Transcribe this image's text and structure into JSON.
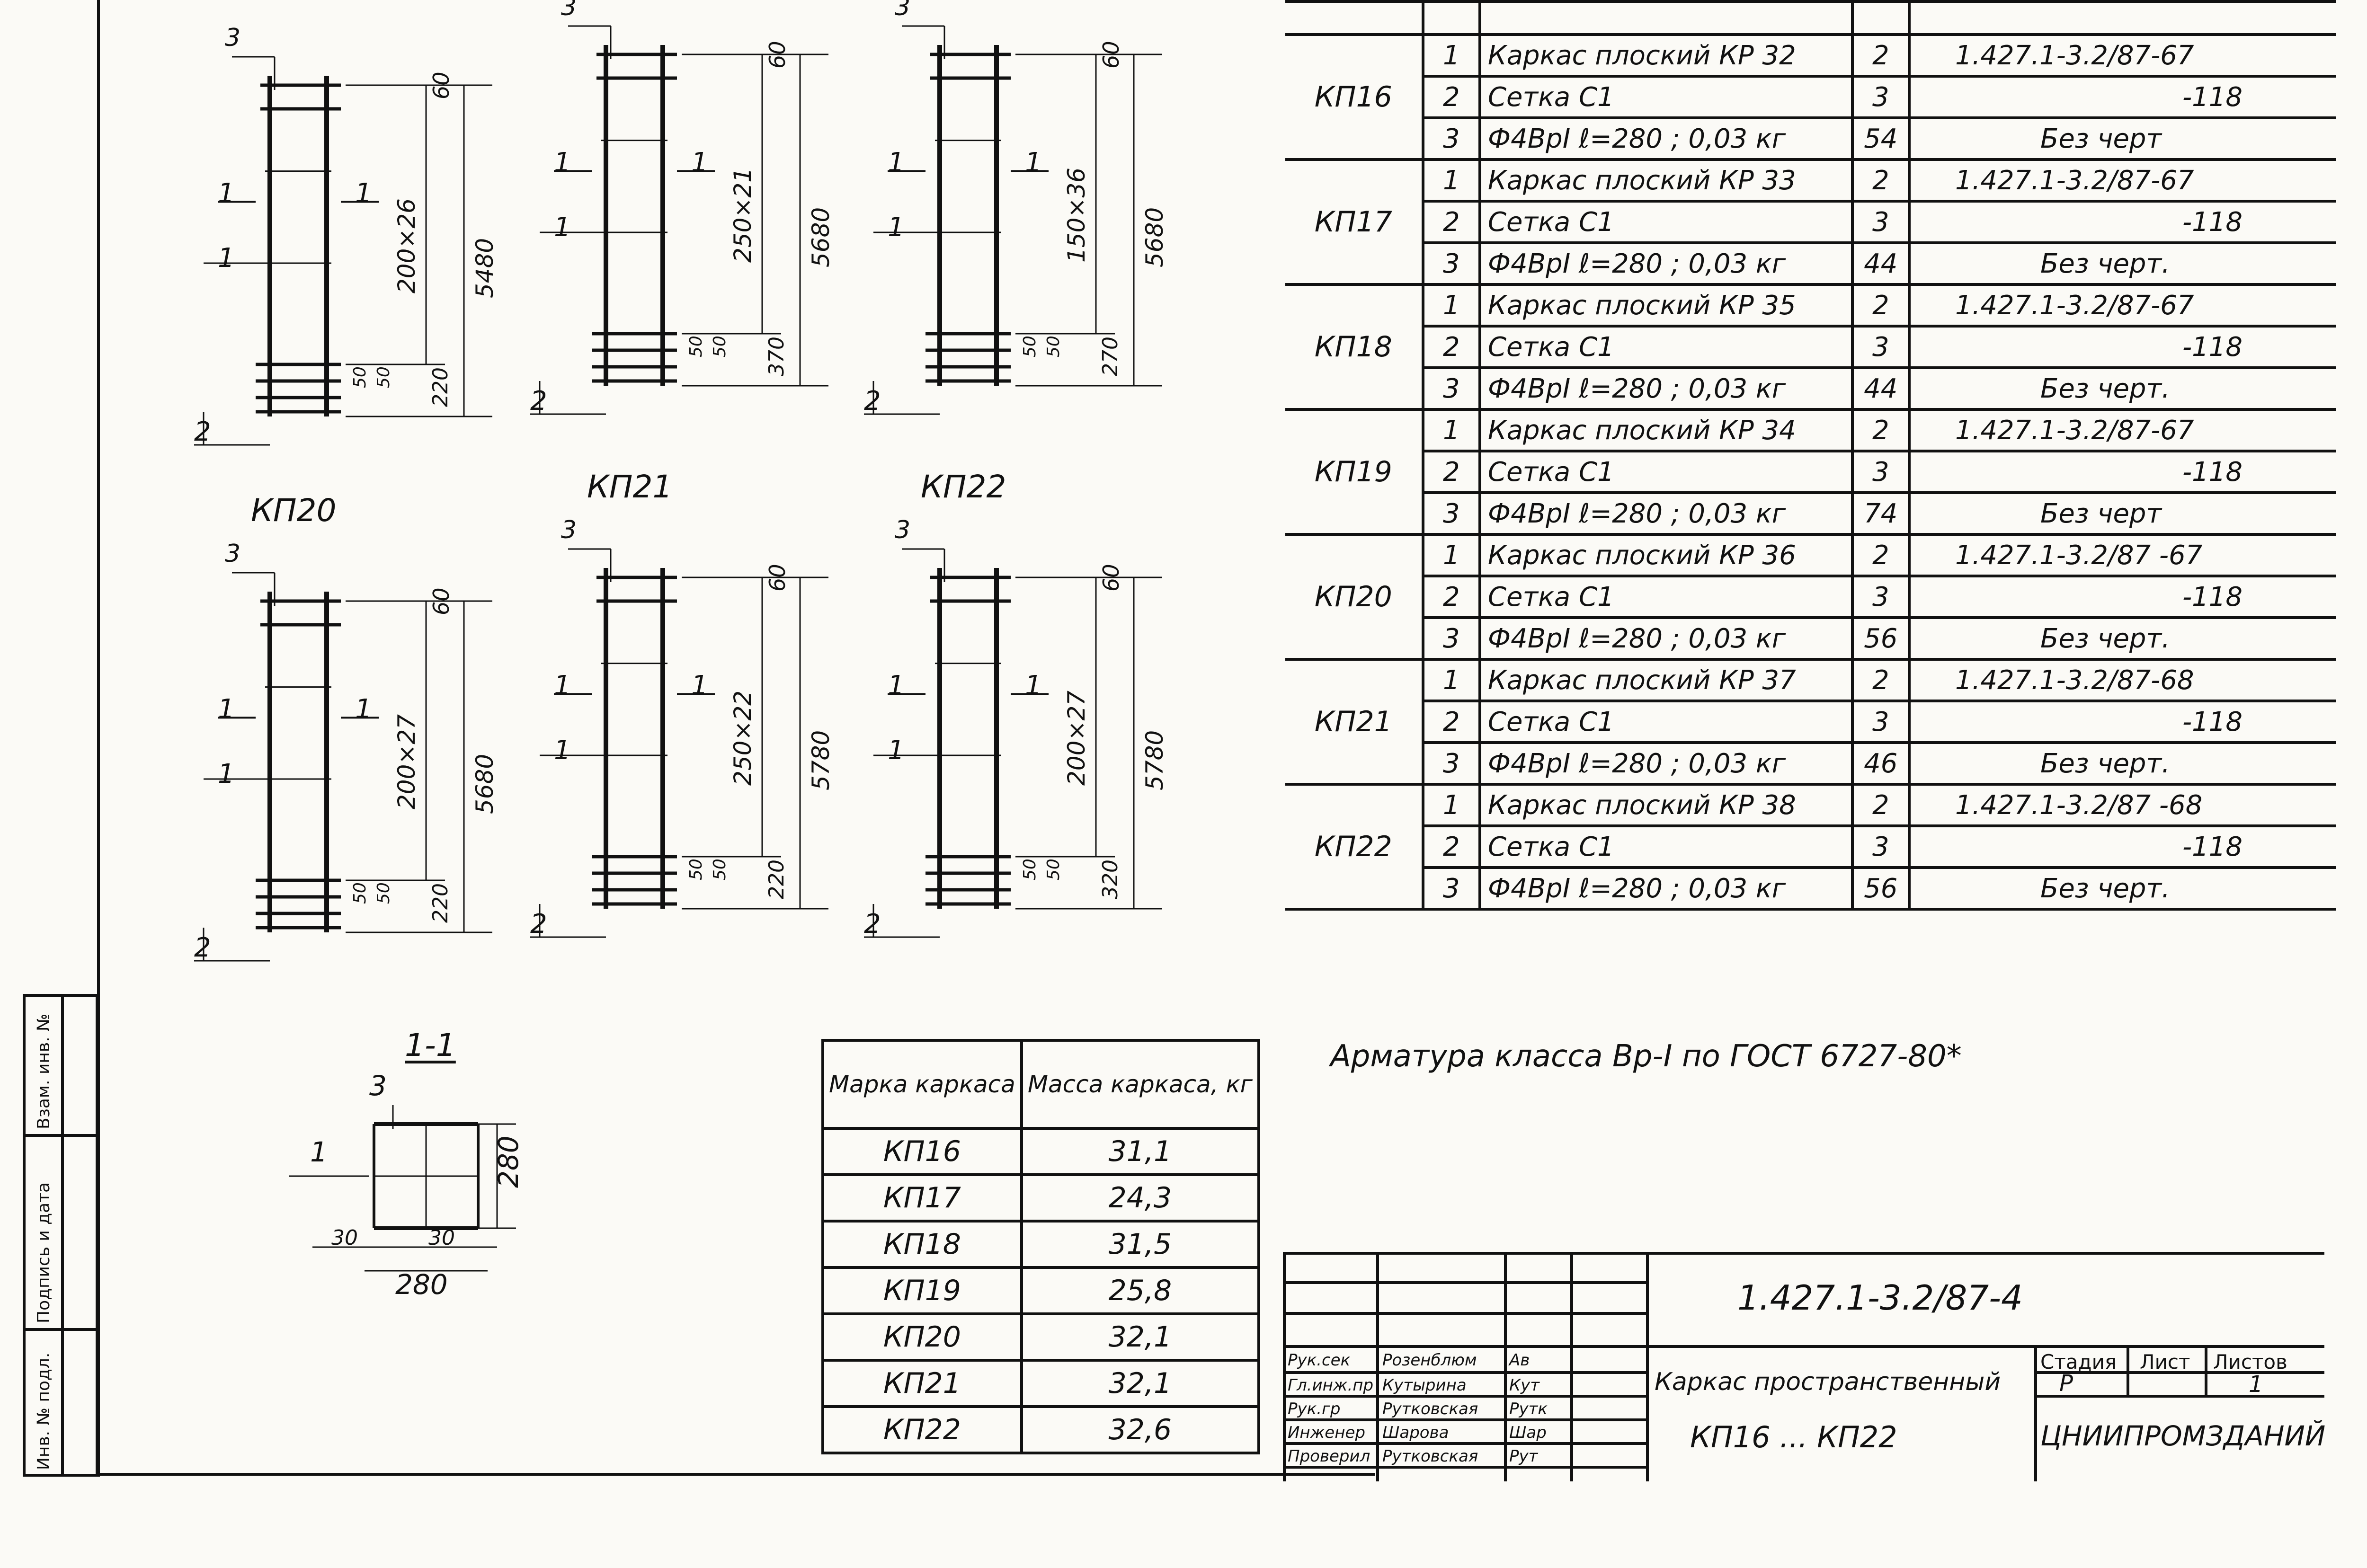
{
  "views": [
    {
      "mark": "",
      "lbl1a": "1",
      "lbl1b": "1",
      "lbl1c": "1",
      "lbl2": "2",
      "lbl3": "3",
      "dim_top": "60",
      "dim_span": "200×26",
      "dim_total": "5480",
      "dim_bottom": "220",
      "dim_b1": "50",
      "dim_b2": "50"
    },
    {
      "mark": "",
      "lbl1a": "1",
      "lbl1b": "1",
      "lbl1c": "1",
      "lbl2": "2",
      "lbl3": "3",
      "dim_top": "60",
      "dim_span": "250×21",
      "dim_total": "5680",
      "dim_bottom": "370",
      "dim_b1": "50",
      "dim_b2": "50"
    },
    {
      "mark": "",
      "lbl1a": "1",
      "lbl1b": "1",
      "lbl1c": "1",
      "lbl2": "2",
      "lbl3": "3",
      "dim_top": "60",
      "dim_span": "150×36",
      "dim_total": "5680",
      "dim_bottom": "270",
      "dim_b1": "50",
      "dim_b2": "50"
    },
    {
      "mark": "КП20",
      "lbl1a": "1",
      "lbl1b": "1",
      "lbl1c": "1",
      "lbl2": "2",
      "lbl3": "3",
      "dim_top": "60",
      "dim_span": "200×27",
      "dim_total": "5680",
      "dim_bottom": "220",
      "dim_b1": "50",
      "dim_b2": "50"
    },
    {
      "mark": "КП21",
      "lbl1a": "1",
      "lbl1b": "1",
      "lbl1c": "1",
      "lbl2": "2",
      "lbl3": "3",
      "dim_top": "60",
      "dim_span": "250×22",
      "dim_total": "5780",
      "dim_bottom": "220",
      "dim_b1": "50",
      "dim_b2": "50"
    },
    {
      "mark": "КП22",
      "lbl1a": "1",
      "lbl1b": "1",
      "lbl1c": "1",
      "lbl2": "2",
      "lbl3": "3",
      "dim_top": "60",
      "dim_span": "200×27",
      "dim_total": "5780",
      "dim_bottom": "320",
      "dim_b1": "50",
      "dim_b2": "50"
    }
  ],
  "section": {
    "title": "1-1",
    "lbl1": "1",
    "lbl3": "3",
    "dim_h": "280",
    "dim_w": "280",
    "dim_l": "30",
    "dim_r": "30"
  },
  "spec": [
    {
      "mark": "КП16",
      "rows": [
        {
          "pos": "1",
          "name": "Каркас плоский КР 32",
          "qty": "2",
          "ref": "1.427.1-3.2/87-67"
        },
        {
          "pos": "2",
          "name": "Сетка С1",
          "qty": "3",
          "ref": "-118"
        },
        {
          "pos": "3",
          "name": "Ф4ВрI ℓ=280 ; 0,03 кг",
          "qty": "54",
          "ref": "Без черт"
        }
      ]
    },
    {
      "mark": "КП17",
      "rows": [
        {
          "pos": "1",
          "name": "Каркас плоский КР 33",
          "qty": "2",
          "ref": "1.427.1-3.2/87-67"
        },
        {
          "pos": "2",
          "name": "Сетка С1",
          "qty": "3",
          "ref": "-118"
        },
        {
          "pos": "3",
          "name": "Ф4ВрI ℓ=280 ; 0,03 кг",
          "qty": "44",
          "ref": "Без черт."
        }
      ]
    },
    {
      "mark": "КП18",
      "rows": [
        {
          "pos": "1",
          "name": "Каркас плоский КР 35",
          "qty": "2",
          "ref": "1.427.1-3.2/87-67"
        },
        {
          "pos": "2",
          "name": "Сетка С1",
          "qty": "3",
          "ref": "-118"
        },
        {
          "pos": "3",
          "name": "Ф4ВрI ℓ=280 ; 0,03 кг",
          "qty": "44",
          "ref": "Без черт."
        }
      ]
    },
    {
      "mark": "КП19",
      "rows": [
        {
          "pos": "1",
          "name": "Каркас плоский КР 34",
          "qty": "2",
          "ref": "1.427.1-3.2/87-67"
        },
        {
          "pos": "2",
          "name": "Сетка С1",
          "qty": "3",
          "ref": "-118"
        },
        {
          "pos": "3",
          "name": "Ф4ВрI ℓ=280 ; 0,03 кг",
          "qty": "74",
          "ref": "Без черт"
        }
      ]
    },
    {
      "mark": "КП20",
      "rows": [
        {
          "pos": "1",
          "name": "Каркас плоский КР 36",
          "qty": "2",
          "ref": "1.427.1-3.2/87 -67"
        },
        {
          "pos": "2",
          "name": "Сетка С1",
          "qty": "3",
          "ref": "-118"
        },
        {
          "pos": "3",
          "name": "Ф4ВрI ℓ=280 ; 0,03 кг",
          "qty": "56",
          "ref": "Без черт."
        }
      ]
    },
    {
      "mark": "КП21",
      "rows": [
        {
          "pos": "1",
          "name": "Каркас плоский КР 37",
          "qty": "2",
          "ref": "1.427.1-3.2/87-68"
        },
        {
          "pos": "2",
          "name": "Сетка С1",
          "qty": "3",
          "ref": "-118"
        },
        {
          "pos": "3",
          "name": "Ф4ВрI ℓ=280 ; 0,03 кг",
          "qty": "46",
          "ref": "Без черт."
        }
      ]
    },
    {
      "mark": "КП22",
      "rows": [
        {
          "pos": "1",
          "name": "Каркас плоский КР 38",
          "qty": "2",
          "ref": "1.427.1-3.2/87 -68"
        },
        {
          "pos": "2",
          "name": "Сетка С1",
          "qty": "3",
          "ref": "-118"
        },
        {
          "pos": "3",
          "name": "Ф4ВрI ℓ=280 ; 0,03 кг",
          "qty": "56",
          "ref": "Без черт."
        }
      ]
    }
  ],
  "note": "Арматура класса Вр-I по ГОСТ 6727-80*",
  "mass_table": {
    "head_mark": "Марка каркаса",
    "head_mass": "Масса каркаса, кг",
    "rows": [
      {
        "mark": "КП16",
        "mass": "31,1"
      },
      {
        "mark": "КП17",
        "mass": "24,3"
      },
      {
        "mark": "КП18",
        "mass": "31,5"
      },
      {
        "mark": "КП19",
        "mass": "25,8"
      },
      {
        "mark": "КП20",
        "mass": "32,1"
      },
      {
        "mark": "КП21",
        "mass": "32,1"
      },
      {
        "mark": "КП22",
        "mass": "32,6"
      }
    ]
  },
  "title_block": {
    "doc_code": "1.427.1-3.2/87-4",
    "title_line1": "Каркас пространственный",
    "title_line2": "КП16 ... КП22",
    "stage_label": "Стадия",
    "sheet_label": "Лист",
    "sheets_label": "Листов",
    "stage_value": "Р",
    "sheets_value": "1",
    "org": "ЦНИИПРОМЗДАНИЙ",
    "staff": [
      {
        "role": "Рук.сек",
        "name": "Розенблюм",
        "sign": "Ав"
      },
      {
        "role": "Гл.инж.пр",
        "name": "Кутырина",
        "sign": "Кут"
      },
      {
        "role": "Рук.гр",
        "name": "Рутковская",
        "sign": "Рутк"
      },
      {
        "role": "Инженер",
        "name": "Шарова",
        "sign": "Шар"
      },
      {
        "role": "Проверил",
        "name": "Рутковская",
        "sign": "Рут"
      }
    ]
  },
  "side_stamp": [
    "Инв. № подл.",
    "Подпись и дата",
    "Взам. инв. №"
  ]
}
